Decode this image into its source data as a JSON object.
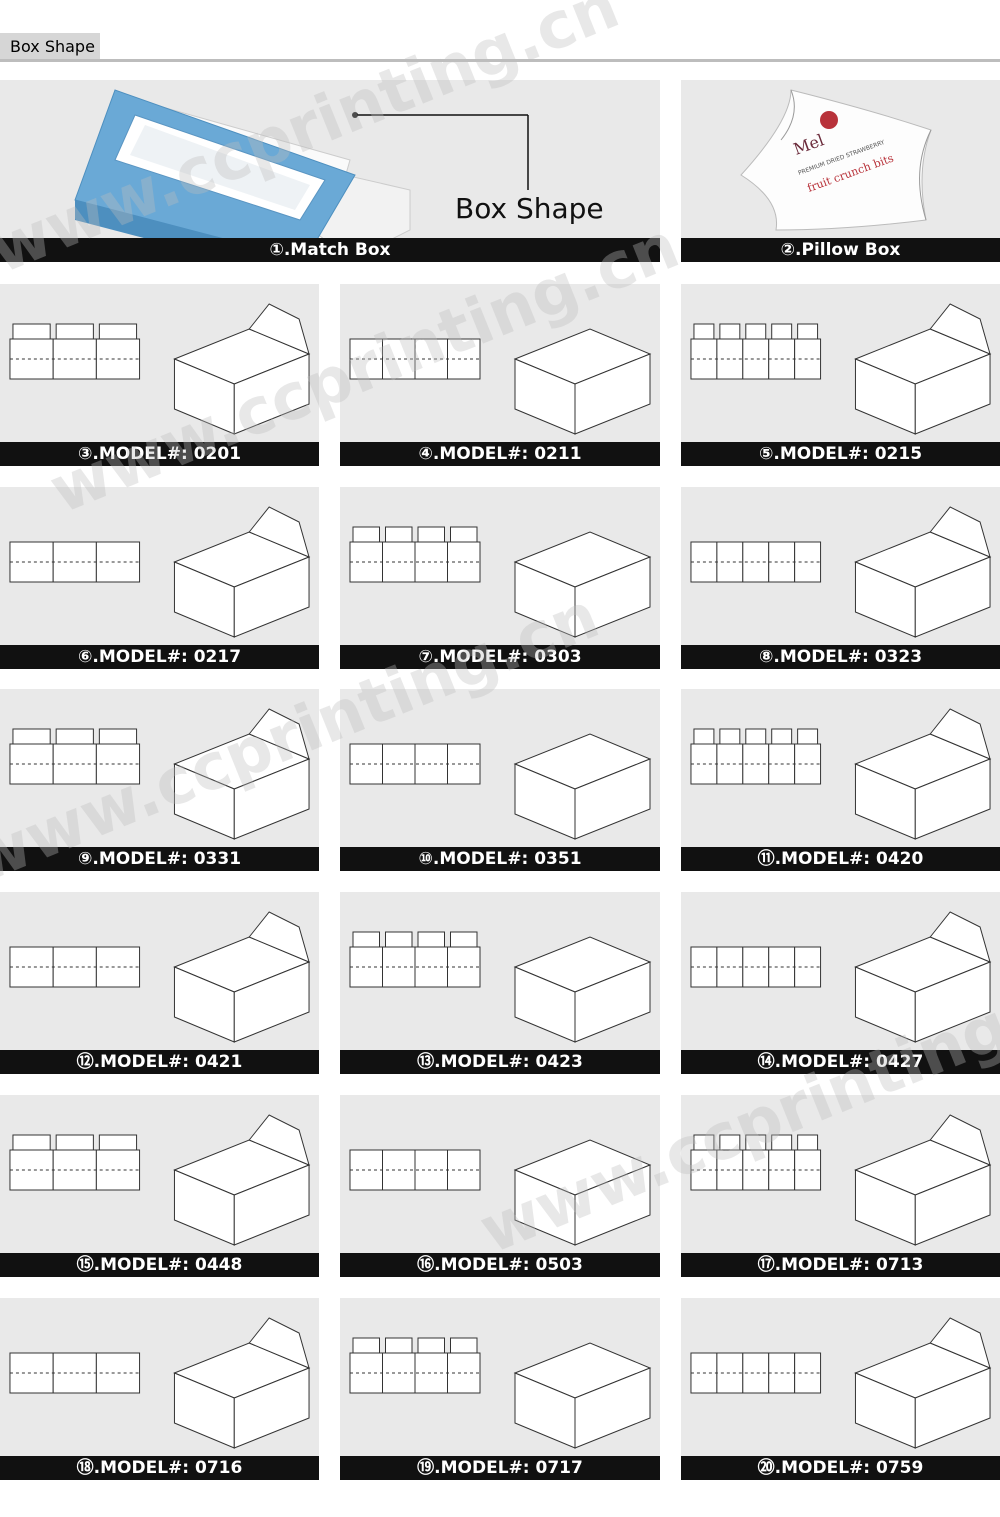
{
  "header": {
    "tab_label": "Box Shape"
  },
  "feature": {
    "callout_label": "Box Shape",
    "match_caption": "①.Match Box",
    "pillow_caption": "②.Pillow Box",
    "pillow_text": [
      "Mel",
      "PREMIUM DRIED STRAWBERRY",
      "fruit crunch bits"
    ]
  },
  "models": [
    {
      "caption": "③.MODEL#: 0201"
    },
    {
      "caption": "④.MODEL#: 0211"
    },
    {
      "caption": "⑤.MODEL#: 0215"
    },
    {
      "caption": "⑥.MODEL#: 0217"
    },
    {
      "caption": "⑦.MODEL#: 0303"
    },
    {
      "caption": "⑧.MODEL#: 0323"
    },
    {
      "caption": "⑨.MODEL#: 0331"
    },
    {
      "caption": "⑩.MODEL#: 0351"
    },
    {
      "caption": "⑪.MODEL#: 0420"
    },
    {
      "caption": "⑫.MODEL#: 0421"
    },
    {
      "caption": "⑬.MODEL#: 0423"
    },
    {
      "caption": "⑭.MODEL#: 0427"
    },
    {
      "caption": "⑮.MODEL#: 0448"
    },
    {
      "caption": "⑯.MODEL#: 0503"
    },
    {
      "caption": "⑰.MODEL#: 0713"
    },
    {
      "caption": "⑱.MODEL#: 0716"
    },
    {
      "caption": "⑲.MODEL#: 0717"
    },
    {
      "caption": "⑳.MODEL#: 0759"
    }
  ],
  "watermark": "www.ccprinting.cn",
  "colors": {
    "caption_bg": "#111111",
    "cell_bg": "#e9e9e9",
    "box_blue": "#6aa9d6"
  }
}
